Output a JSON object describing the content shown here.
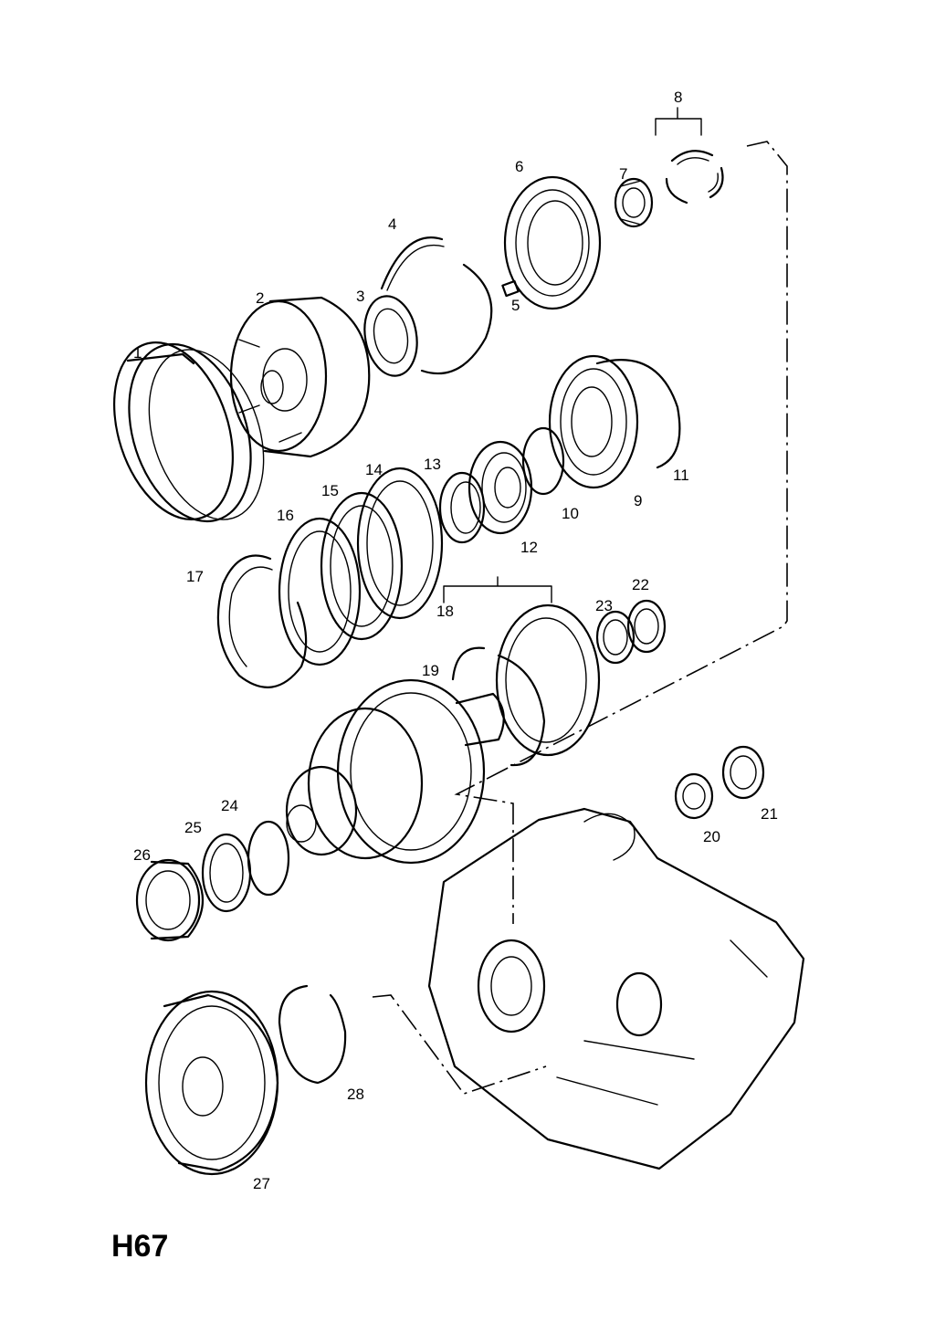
{
  "diagram": {
    "code": "H67",
    "labels": [
      "1",
      "2",
      "3",
      "4",
      "5",
      "6",
      "7",
      "8",
      "9",
      "10",
      "11",
      "12",
      "13",
      "14",
      "15",
      "16",
      "17",
      "18",
      "19",
      "20",
      "21",
      "22",
      "23",
      "24",
      "25",
      "26",
      "27",
      "28"
    ]
  }
}
